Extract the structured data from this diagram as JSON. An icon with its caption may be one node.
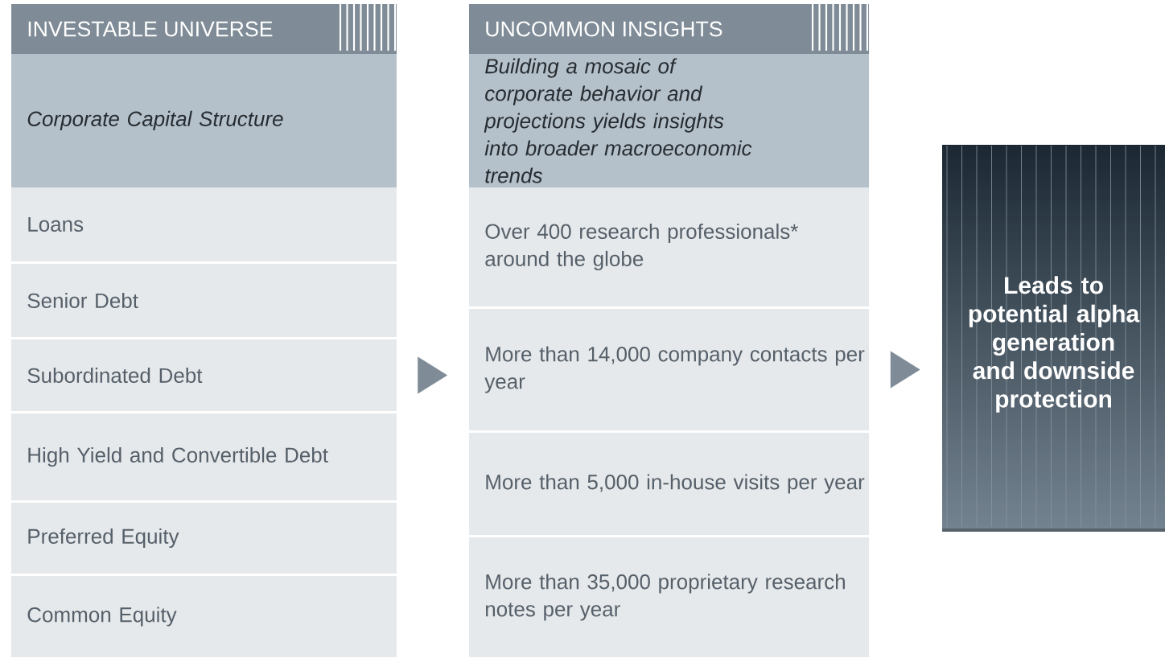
{
  "diagram": {
    "nodes": [
      {
        "text": [
          "INVESTABLE UNIVERSE"
        ]
      },
      {
        "text": [
          "Corporate Capital Structure"
        ]
      },
      {
        "text": [
          "Loans"
        ]
      },
      {
        "text": [
          "Senior Debt"
        ]
      },
      {
        "text": [
          "Subordinated Debt"
        ]
      },
      {
        "text": [
          "High Yield and Convertible Debt"
        ]
      },
      {
        "text": [
          "Preferred Equity"
        ]
      },
      {
        "text": [
          "Common Equity"
        ]
      },
      {
        "text": [
          "UNCOMMON INSIGHTS"
        ]
      },
      {
        "text": [
          "Building a mosaic of corporate behavior and projections yields insights into broader macroeconomic trends"
        ]
      },
      {
        "text": [
          "Over 400 research professionals* around the globe"
        ]
      },
      {
        "text": [
          "More than 14,000 company contacts per year"
        ]
      },
      {
        "text": [
          "More than 5,000 in-house visits per year"
        ]
      },
      {
        "text": [
          "More than 35,000 proprietary research notes per year"
        ]
      },
      {
        "text": [
          "Leads to potential alpha generation and downside protection"
        ]
      }
    ],
    "edges": [
      {
        "from": 4,
        "to": 11,
        "arrow": "to"
      },
      {
        "from": 11,
        "to": 14,
        "arrow": "to"
      }
    ]
  }
}
